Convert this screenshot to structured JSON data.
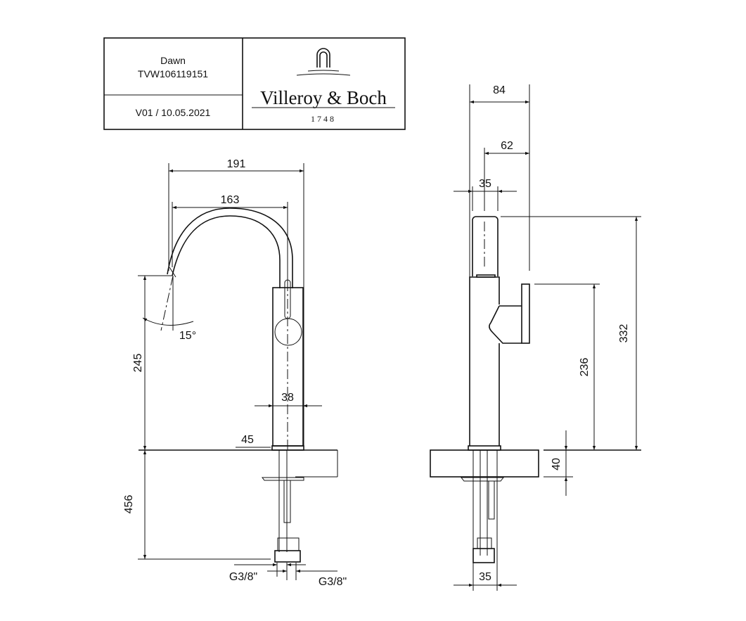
{
  "title_block": {
    "product_name": "Dawn",
    "article_number": "TVW106119151",
    "version_date": "V01 / 10.05.2021",
    "brand": "Villeroy & Boch",
    "brand_year": "1748"
  },
  "front_view": {
    "dim_overall_reach": "191",
    "dim_spout_reach": "163",
    "dim_spout_height": "245",
    "dim_swivel_angle": "15°",
    "dim_body_width": "38",
    "dim_hole": "45",
    "dim_hose_length": "456",
    "connection_left": "G3/8\"",
    "connection_right": "G3/8\""
  },
  "side_view": {
    "dim_total_depth": "84",
    "dim_handle_depth": "62",
    "dim_spout_width": "35",
    "dim_total_height": "332",
    "dim_handle_height": "236",
    "dim_max_counter": "40",
    "dim_bottom_width": "35"
  }
}
